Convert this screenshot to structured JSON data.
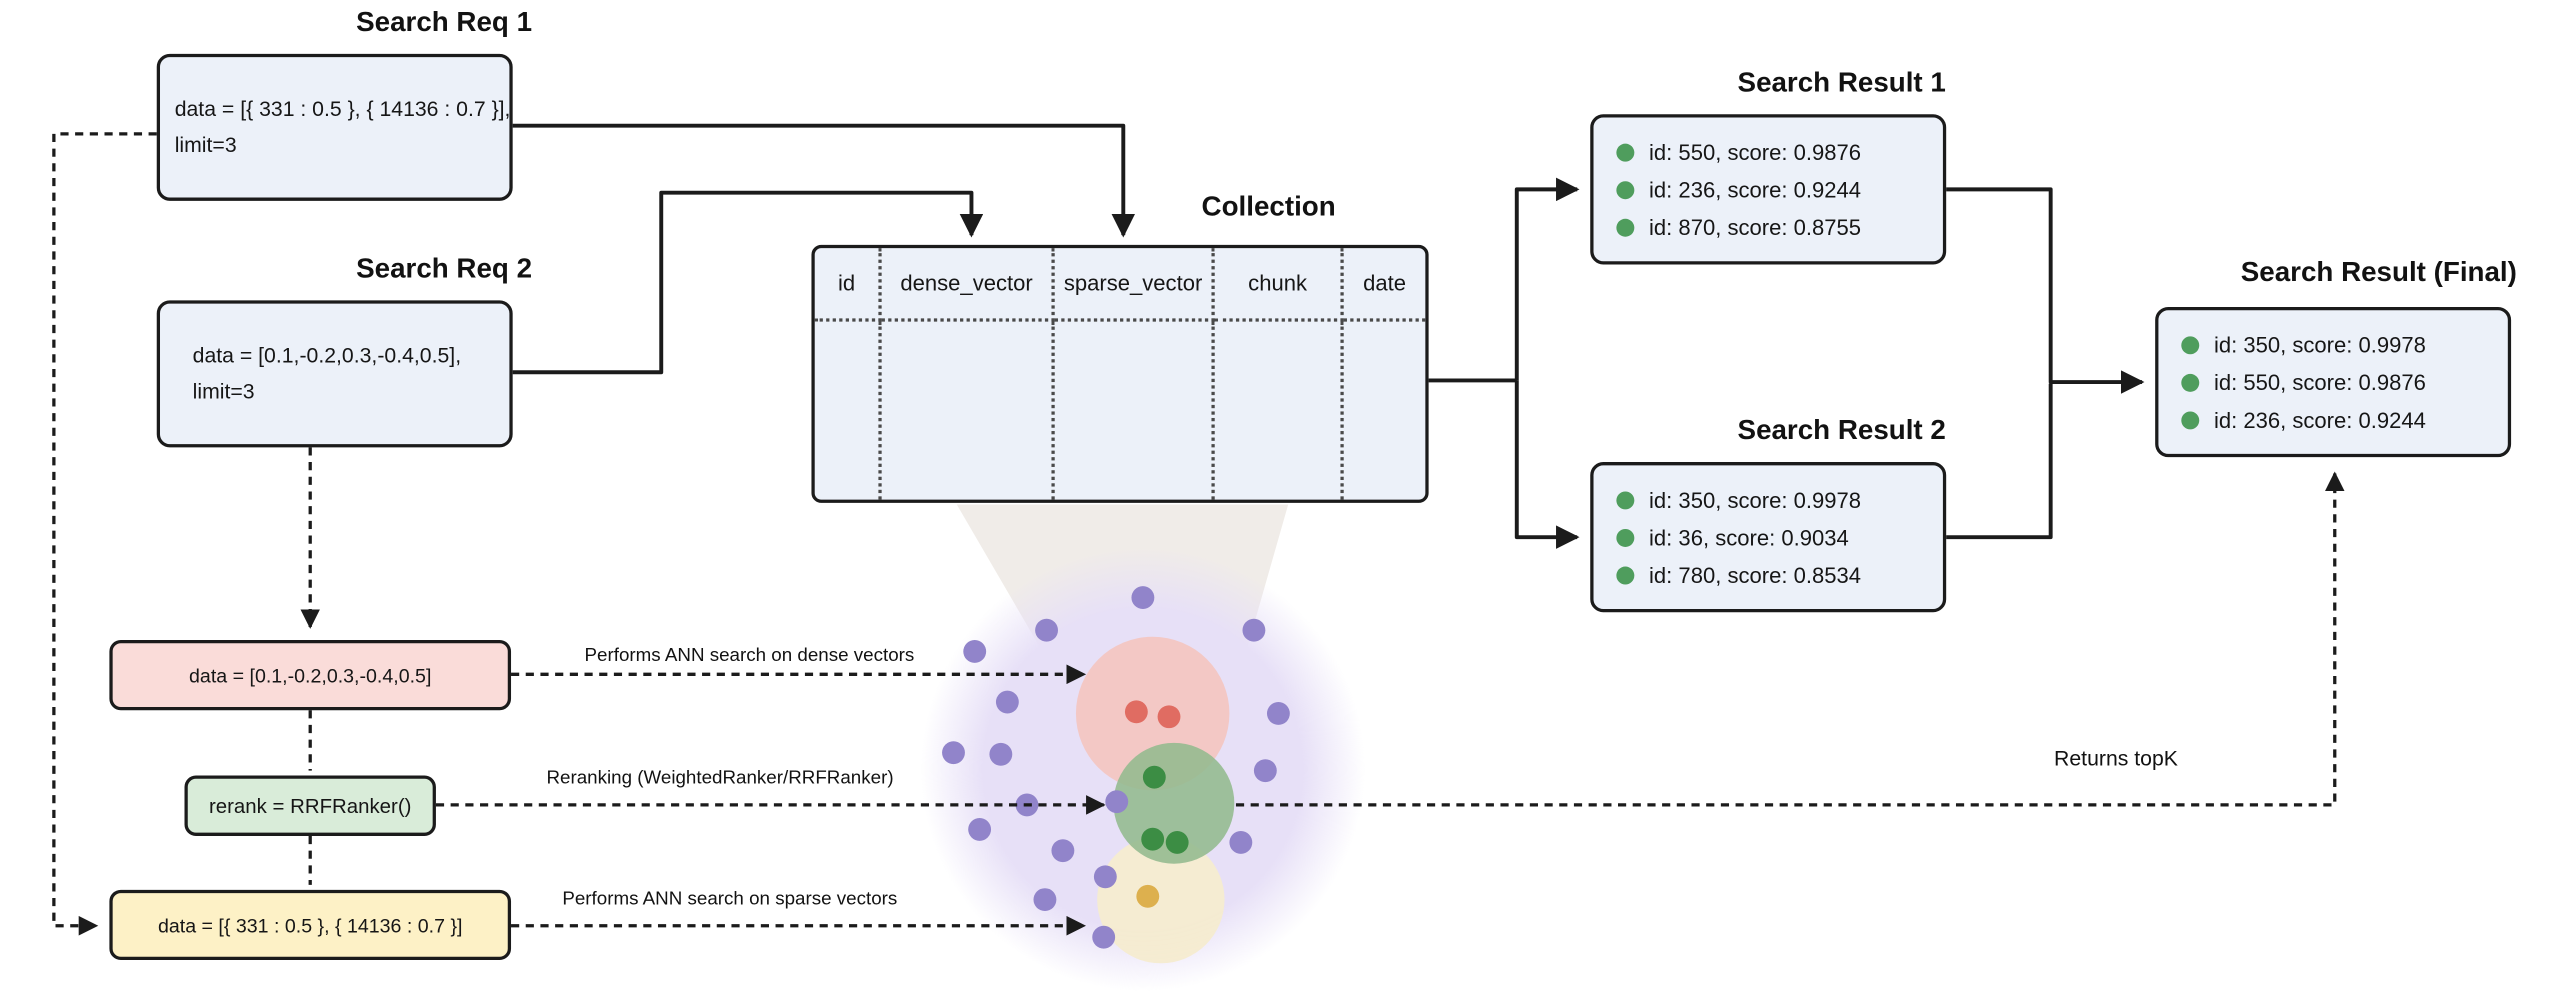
{
  "diagram": {
    "nodes": {
      "search_req_1": {
        "title": "Search Req 1",
        "line1": "data = [{ 331 : 0.5 }, { 14136 : 0.7 }],",
        "line2": "limit=3"
      },
      "search_req_2": {
        "title": "Search Req 2",
        "line1": "data = [0.1,-0.2,0.3,-0.4,0.5],",
        "line2": "limit=3"
      },
      "collection": {
        "title": "Collection",
        "columns": [
          "id",
          "dense_vector",
          "sparse_vector",
          "chunk",
          "date"
        ]
      },
      "search_result_1": {
        "title": "Search Result 1",
        "items": [
          "id: 550, score: 0.9876",
          "id: 236, score: 0.9244",
          "id: 870, score: 0.8755"
        ]
      },
      "search_result_2": {
        "title": "Search Result 2",
        "items": [
          "id: 350, score: 0.9978",
          "id: 36, score: 0.9034",
          "id: 780, score: 0.8534"
        ]
      },
      "search_result_final": {
        "title": "Search Result (Final)",
        "items": [
          "id: 350, score: 0.9978",
          "id: 550, score: 0.9876",
          "id: 236, score: 0.9244"
        ]
      },
      "dense_query": {
        "label": "data = [0.1,-0.2,0.3,-0.4,0.5]"
      },
      "reranker": {
        "label": "rerank = RRFRanker()"
      },
      "sparse_query": {
        "label": "data = [{ 331 : 0.5 }, { 14136 : 0.7 }]"
      }
    },
    "edge_labels": {
      "dense": "Performs ANN search on dense vectors",
      "rerank": "Reranking (WeightedRanker/RRFRanker)",
      "sparse": "Performs ANN search on sparse vectors",
      "returns_topk": "Returns topK"
    }
  },
  "colors": {
    "node_bg": "#ecf1f9",
    "node_border": "#1b1b1b",
    "dense_bg": "#fadcd9",
    "rerank_bg": "#d9ecd9",
    "sparse_bg": "#fdf1c6",
    "bullet": "#4f9d5d",
    "purple_dot": "#9184ca",
    "red_dot": "#e06c62",
    "green_dot": "#3c8d44",
    "yellow_dot": "#ddb04e",
    "blob": "#e7e0f7",
    "dense_cluster": "#f4c6c0",
    "rerank_cluster": "#93ba8e",
    "sparse_cluster": "#f6ecd0",
    "arrow": "#1b1b1b"
  }
}
